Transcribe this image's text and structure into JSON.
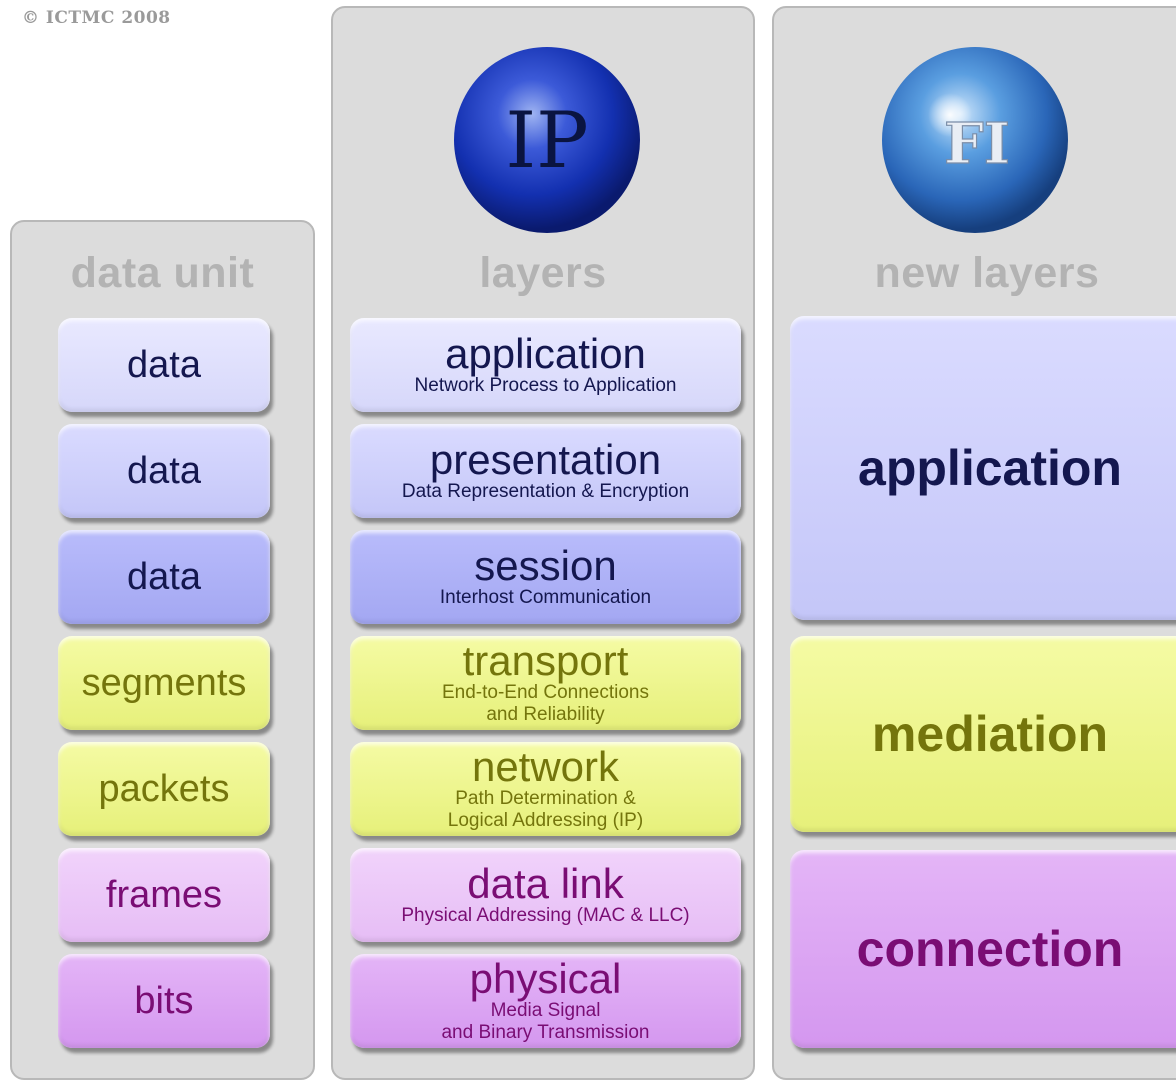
{
  "copyright": "© ICTMC 2008",
  "logos": {
    "ip_text": "IP",
    "fi_text": "FI"
  },
  "columns": {
    "data_unit": {
      "title": "data unit",
      "items": [
        "data",
        "data",
        "data",
        "segments",
        "packets",
        "frames",
        "bits"
      ]
    },
    "layers": {
      "title": "layers",
      "items": [
        {
          "name": "application",
          "desc": [
            "Network Process to Application"
          ]
        },
        {
          "name": "presentation",
          "desc": [
            "Data Representation & Encryption"
          ]
        },
        {
          "name": "session",
          "desc": [
            "Interhost Communication"
          ]
        },
        {
          "name": "transport",
          "desc": [
            "End-to-End Connections",
            "and Reliability"
          ]
        },
        {
          "name": "network",
          "desc": [
            "Path Determination &",
            "Logical Addressing (IP)"
          ]
        },
        {
          "name": "data link",
          "desc": [
            "Physical Addressing (MAC & LLC)"
          ]
        },
        {
          "name": "physical",
          "desc": [
            "Media Signal",
            "and Binary Transmission"
          ]
        }
      ]
    },
    "new_layers": {
      "title": "new layers",
      "items": [
        "application",
        "mediation",
        "connection"
      ]
    }
  },
  "colors": {
    "panel_bg": "#dcdcdc",
    "title_gray": "#b3b3b3",
    "lavender_light": "#e1e2fd",
    "lavender": "#cfd1fa",
    "blue": "#aeb1f6",
    "yellow": "#eef68f",
    "pink_light": "#ecc8f8",
    "pink": "#dca6f3",
    "text_navy": "#14174f",
    "text_olive": "#74750c",
    "text_purple": "#7a0d74"
  }
}
